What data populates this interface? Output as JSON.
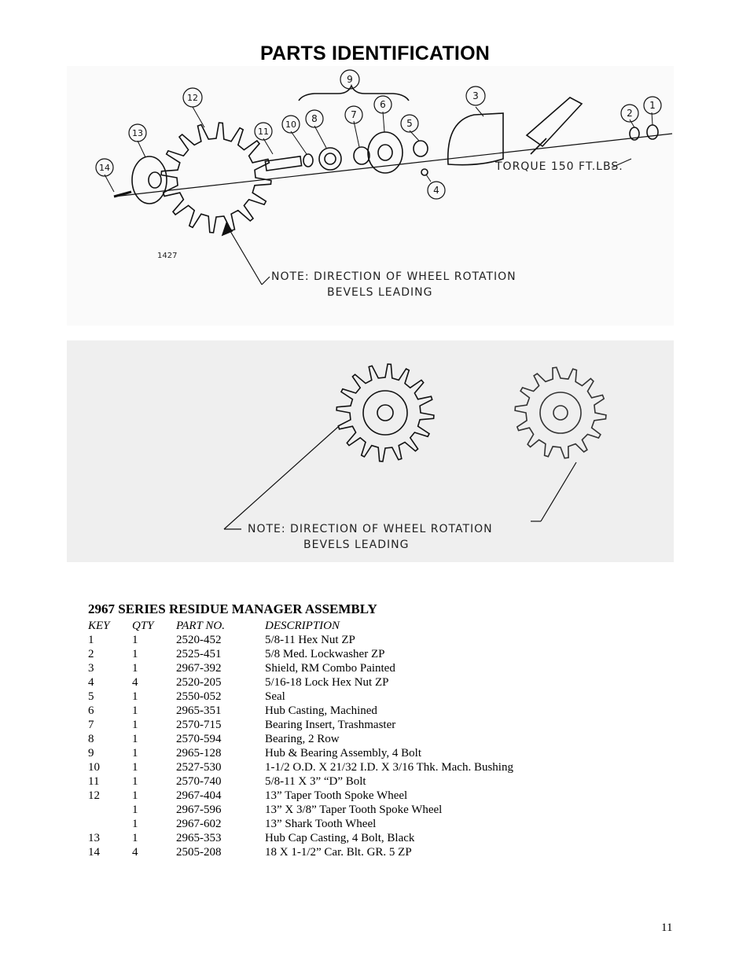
{
  "page": {
    "title": "PARTS IDENTIFICATION",
    "page_number": "11"
  },
  "diagram_top": {
    "callouts": [
      "1",
      "2",
      "3",
      "4",
      "5",
      "6",
      "7",
      "8",
      "9",
      "10",
      "11",
      "12",
      "13",
      "14"
    ],
    "torque_label": "TORQUE 150 FT.LBS.",
    "drawing_number": "1427",
    "note_line1": "NOTE:   DIRECTION OF WHEEL ROTATION",
    "note_line2": "BEVELS LEADING"
  },
  "diagram_bottom": {
    "note_line1": "NOTE:   DIRECTION OF WHEEL ROTATION",
    "note_line2": "BEVELS LEADING"
  },
  "assembly": {
    "heading": "2967 SERIES RESIDUE MANAGER ASSEMBLY",
    "columns": [
      "KEY",
      "QTY",
      "PART NO.",
      "DESCRIPTION"
    ],
    "rows": [
      [
        "1",
        "1",
        "2520-452",
        "5/8-11 Hex Nut ZP"
      ],
      [
        "2",
        "1",
        "2525-451",
        "5/8 Med. Lockwasher ZP"
      ],
      [
        "3",
        "1",
        "2967-392",
        "Shield, RM Combo Painted"
      ],
      [
        "4",
        "4",
        "2520-205",
        "5/16-18 Lock Hex Nut ZP"
      ],
      [
        "5",
        "1",
        "2550-052",
        "Seal"
      ],
      [
        "6",
        "1",
        "2965-351",
        "Hub Casting, Machined"
      ],
      [
        "7",
        "1",
        "2570-715",
        "Bearing Insert, Trashmaster"
      ],
      [
        "8",
        "1",
        "2570-594",
        "Bearing, 2 Row"
      ],
      [
        "9",
        "1",
        "2965-128",
        "Hub & Bearing Assembly, 4 Bolt"
      ],
      [
        "10",
        "1",
        "2527-530",
        "1-1/2 O.D. X 21/32 I.D. X 3/16 Thk. Mach. Bushing"
      ],
      [
        "11",
        "1",
        "2570-740",
        "5/8-11 X 3” “D” Bolt"
      ],
      [
        "12",
        "1",
        "2967-404",
        "13” Taper Tooth Spoke Wheel"
      ],
      [
        "",
        "1",
        "2967-596",
        "13” X 3/8”  Taper Tooth Spoke Wheel"
      ],
      [
        "",
        "1",
        "2967-602",
        "13” Shark Tooth Wheel"
      ],
      [
        "13",
        "1",
        "2965-353",
        "Hub Cap Casting, 4 Bolt, Black"
      ],
      [
        "14",
        "4",
        "2505-208",
        "18 X 1-1/2” Car. Blt. GR. 5 ZP"
      ]
    ]
  }
}
